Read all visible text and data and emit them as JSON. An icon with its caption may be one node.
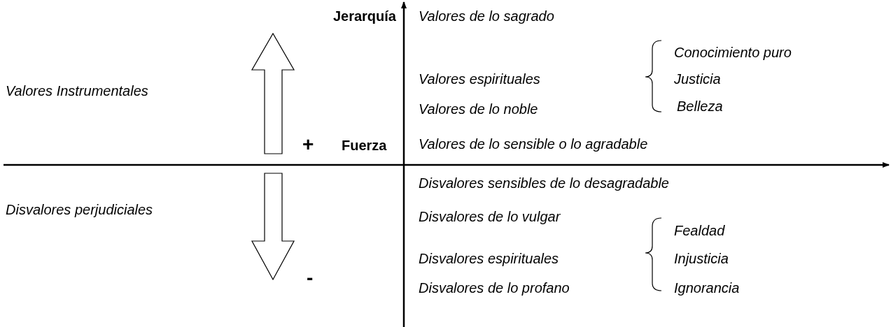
{
  "diagram": {
    "labels": [
      "Jerarquía",
      "Valores de lo sagrado",
      "Conocimiento puro",
      "Valores Instrumentales",
      "Valores espirituales",
      "Justicia",
      "Valores de lo noble",
      "Belleza",
      "+",
      "Fuerza",
      "Valores de lo sensible o lo agradable",
      "Disvalores sensibles de lo desagradable",
      "Disvalores perjudiciales",
      "Disvalores de lo vulgar",
      "Fealdad",
      "Disvalores espirituales",
      "Injusticia",
      "-",
      "Disvalores de lo profano",
      "Ignorancia"
    ]
  }
}
